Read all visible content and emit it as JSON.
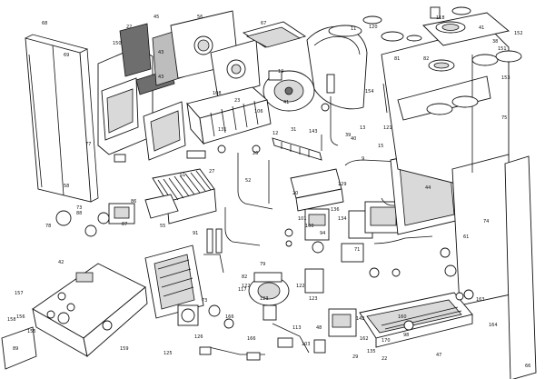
{
  "diagram": {
    "labels": [
      "68",
      "69",
      "150",
      "22",
      "45",
      "56",
      "43",
      "43",
      "67",
      "11",
      "12",
      "120",
      "118",
      "41",
      "152",
      "38",
      "151",
      "153",
      "81",
      "82",
      "75",
      "77",
      "23",
      "31",
      "108",
      "41",
      "106",
      "131",
      "154",
      "13",
      "12",
      "39",
      "15",
      "129",
      "40",
      "121",
      "26",
      "143",
      "27",
      "44",
      "51",
      "52",
      "58",
      "73",
      "86",
      "88",
      "78",
      "87",
      "55",
      "91",
      "74",
      "42",
      "20",
      "9",
      "136",
      "134",
      "101",
      "100",
      "94",
      "71",
      "79",
      "82",
      "117",
      "73",
      "157",
      "156",
      "155",
      "158",
      "89",
      "159",
      "125",
      "126",
      "48",
      "103",
      "98",
      "29",
      "135",
      "22",
      "164",
      "163",
      "166",
      "166",
      "142",
      "162",
      "160",
      "170",
      "113",
      "122",
      "123",
      "122",
      "123",
      "66",
      "47",
      "61"
    ]
  }
}
